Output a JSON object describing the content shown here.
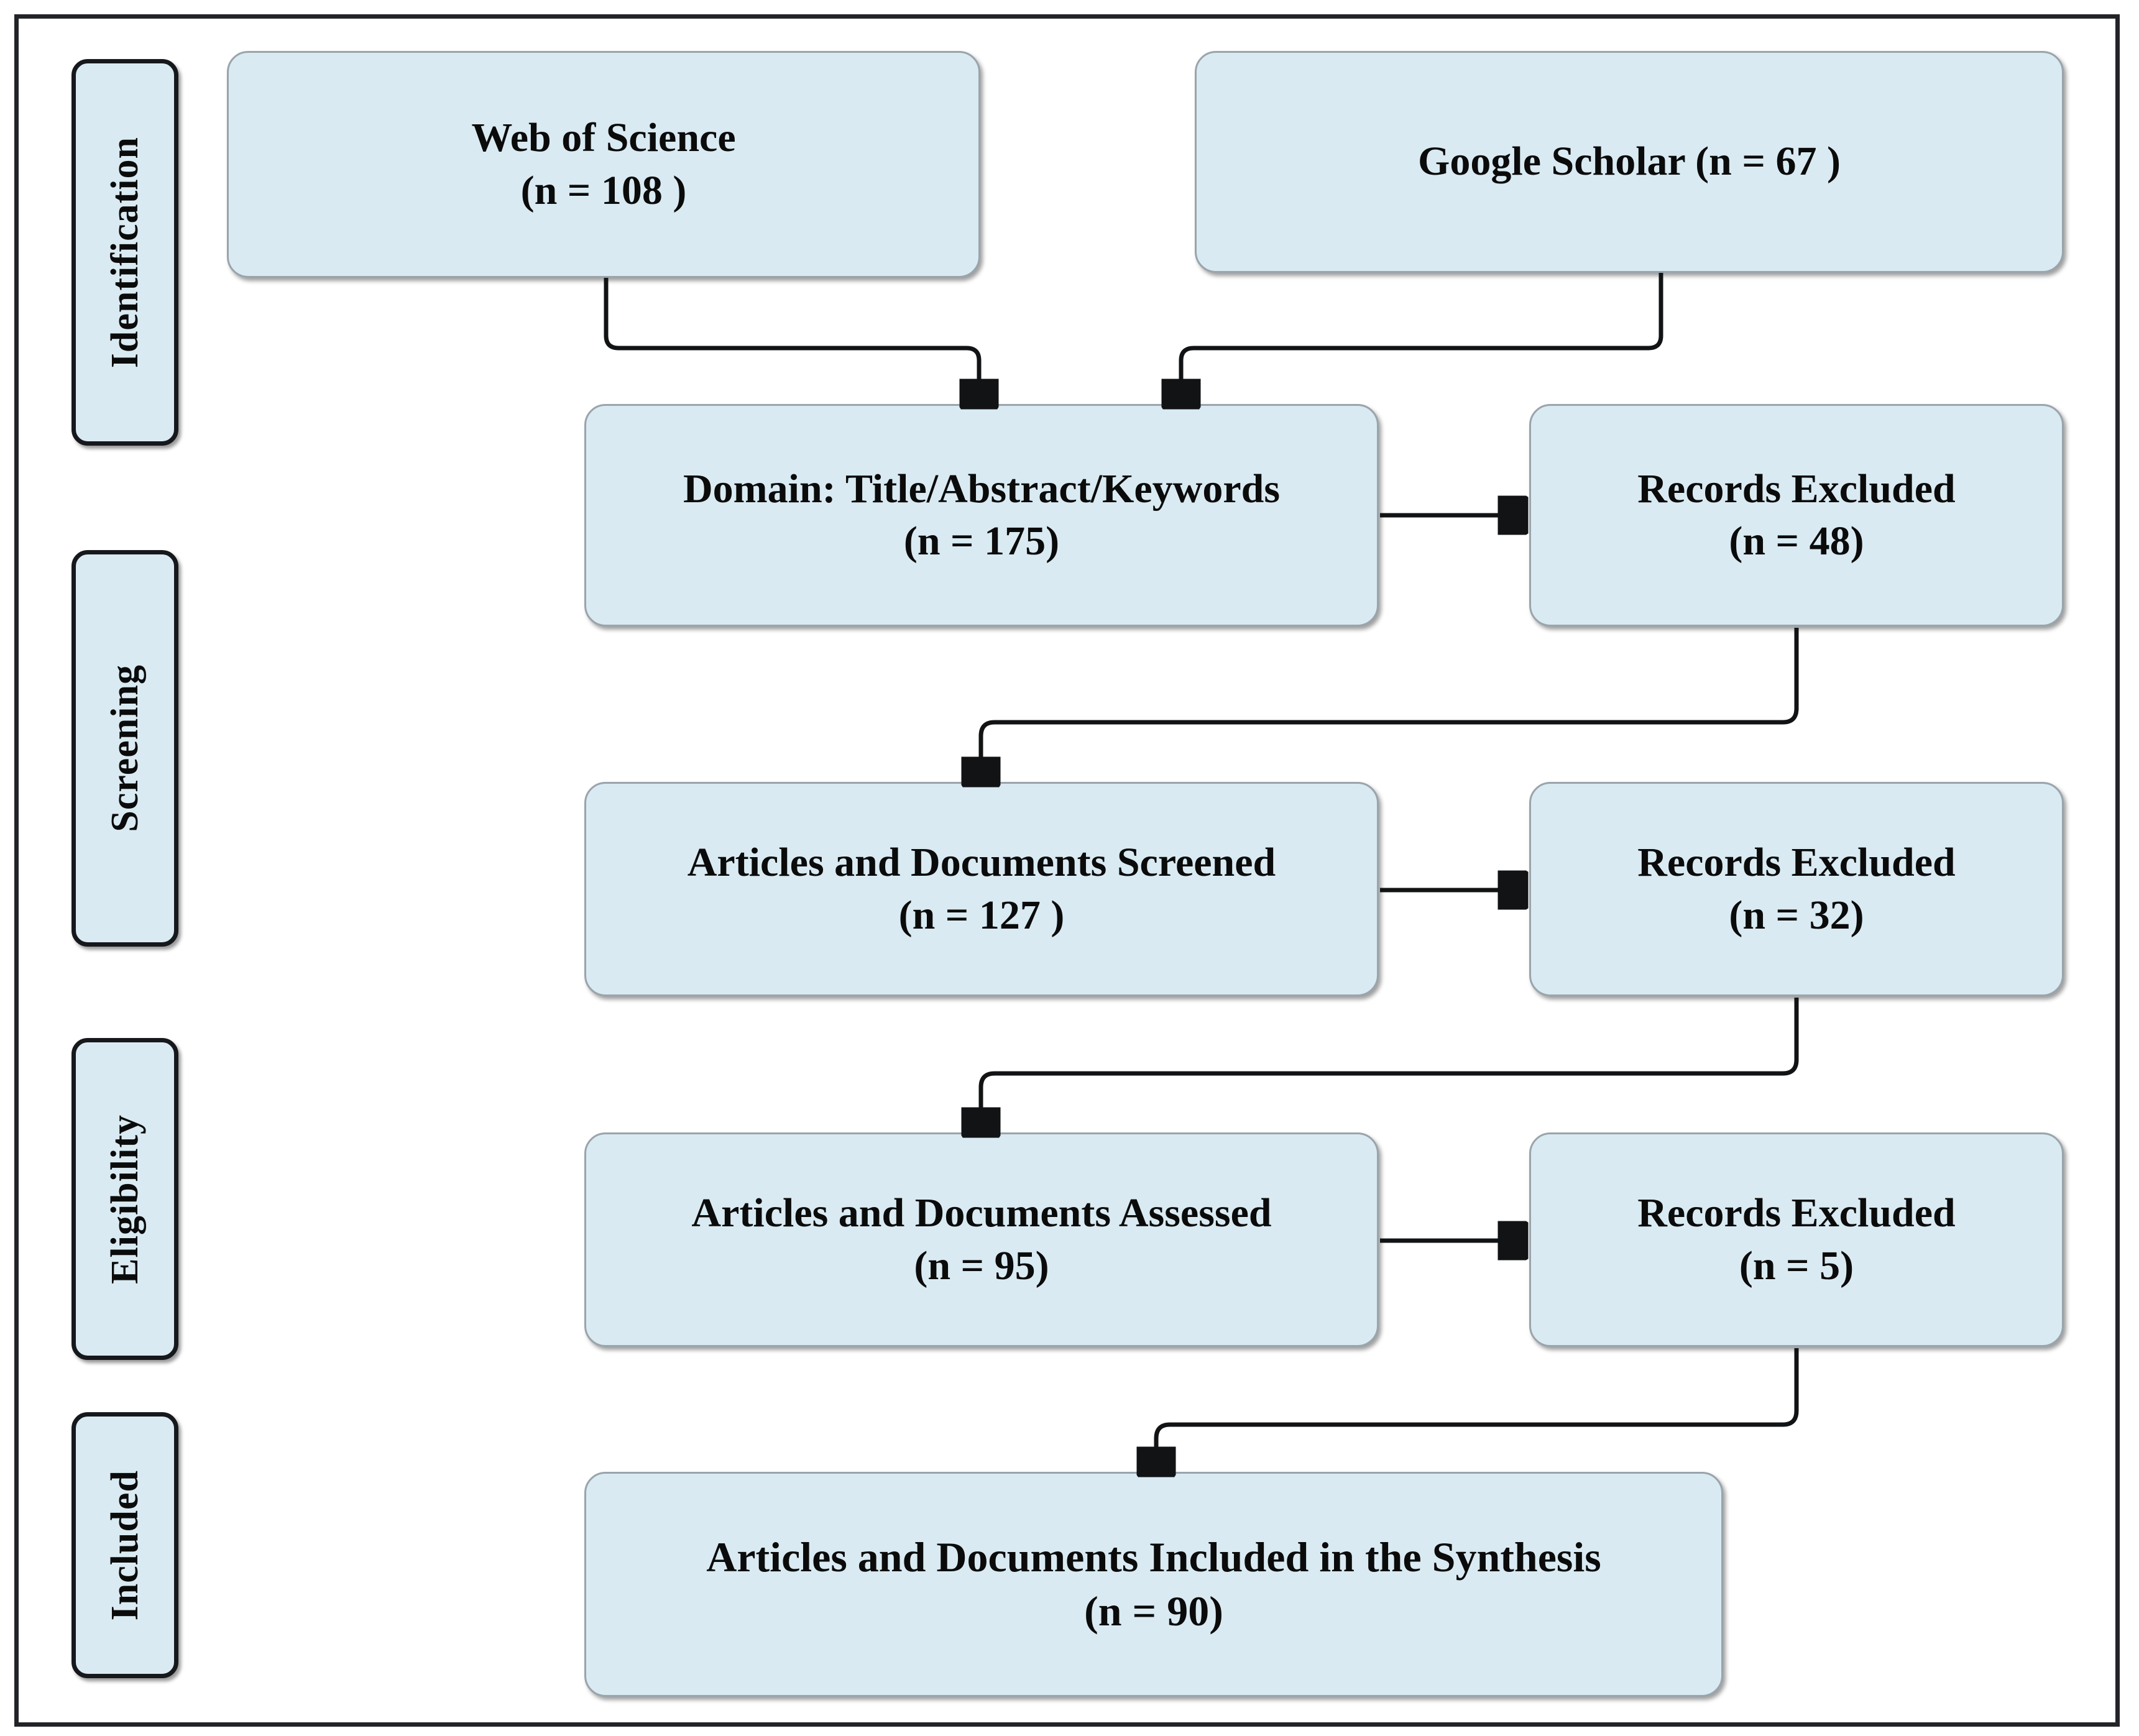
{
  "figure": {
    "type": "prisma-flow-diagram",
    "accent_fill": "#d9eaf2",
    "node_border": "#9aa4ab",
    "frame_border": "#222428",
    "text_color": "#0b0b0b"
  },
  "phases": [
    {
      "id": "identification",
      "label": "Identification"
    },
    {
      "id": "screening",
      "label": "Screening"
    },
    {
      "id": "eligibility",
      "label": "Eligibility"
    },
    {
      "id": "included",
      "label": "Included"
    }
  ],
  "nodes": {
    "web_of_science": {
      "line1": "Web of Science",
      "line2": "(n = 108 )",
      "count": 108
    },
    "google_scholar": {
      "line1": "Google Scholar (n = 67 )",
      "line2": "",
      "count": 67
    },
    "domain_screen": {
      "line1": "Domain: Title/Abstract/Keywords",
      "line2": "(n = 175)",
      "count": 175
    },
    "excluded_1": {
      "line1": "Records Excluded",
      "line2": "(n = 48)",
      "count": 48
    },
    "articles_screened": {
      "line1": "Articles and Documents Screened",
      "line2": "(n = 127 )",
      "count": 127
    },
    "excluded_2": {
      "line1": "Records Excluded",
      "line2": "(n = 32)",
      "count": 32
    },
    "articles_assessed": {
      "line1": "Articles and Documents Assessed",
      "line2": "(n = 95)",
      "count": 95
    },
    "excluded_3": {
      "line1": "Records  Excluded",
      "line2": "(n = 5)",
      "count": 5
    },
    "articles_included": {
      "line1": "Articles and Documents Included in the Synthesis",
      "line2": "(n = 90)",
      "count": 90
    }
  }
}
